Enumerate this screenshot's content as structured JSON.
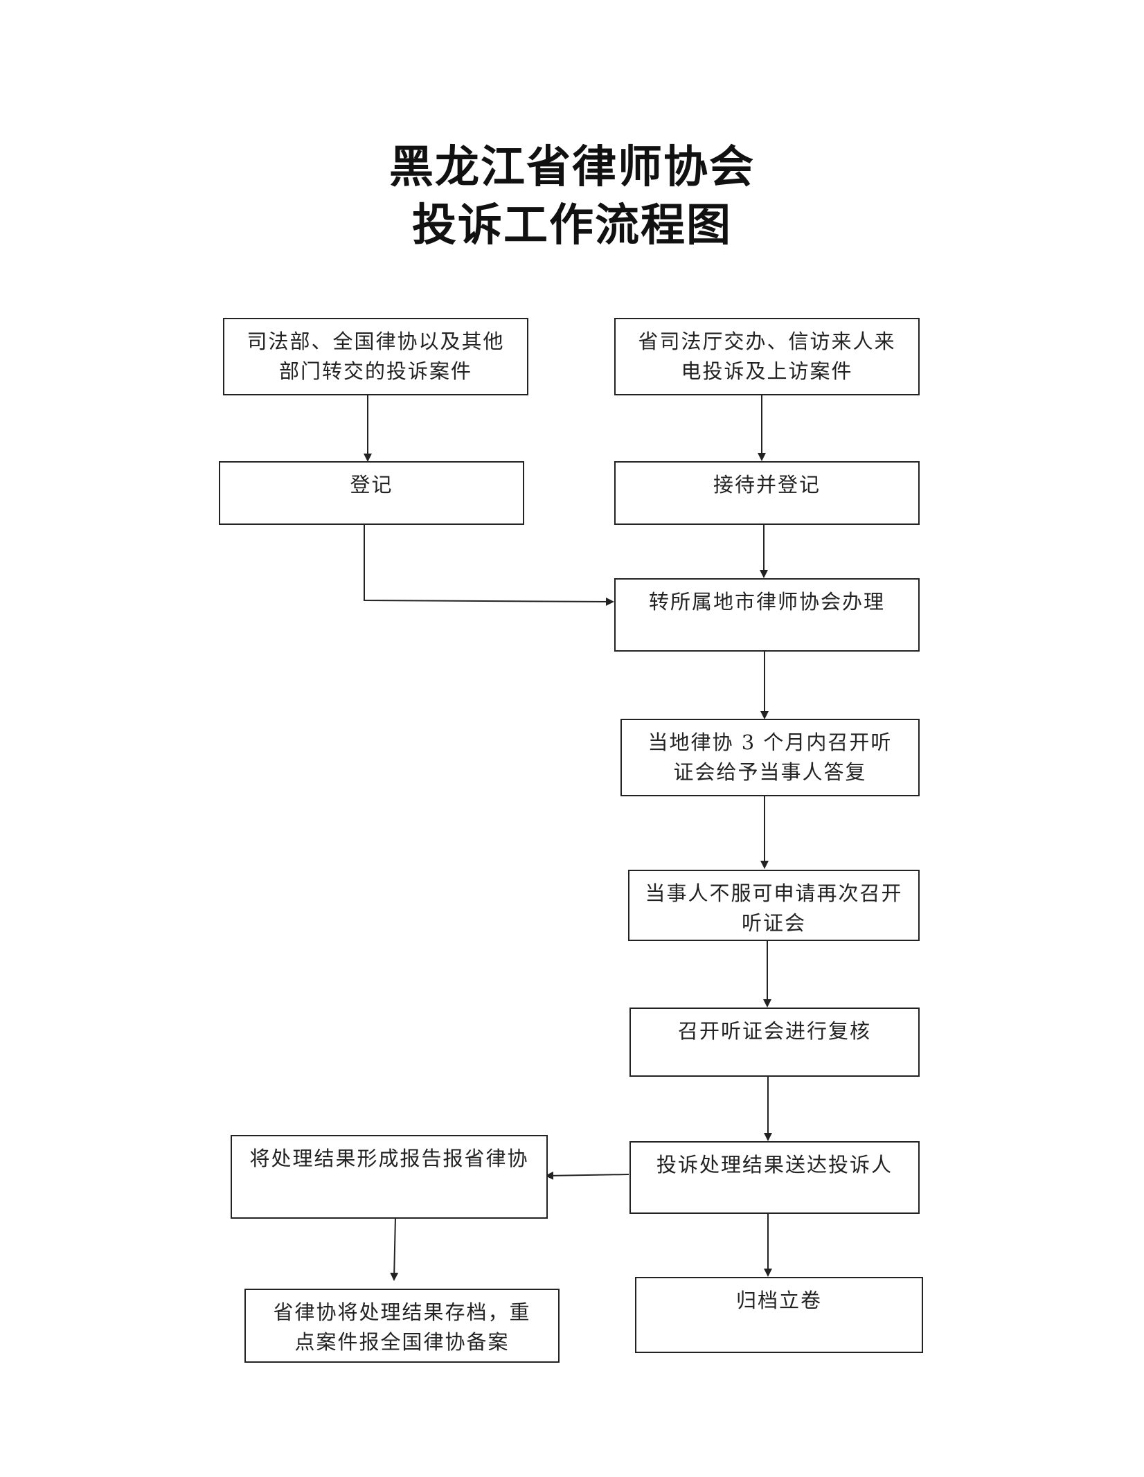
{
  "title": {
    "line1": "黑龙江省律师协会",
    "line2": "投诉工作流程图"
  },
  "nodes": {
    "source_left": "司法部、全国律协以及其他部门转交的投诉案件",
    "source_right": "省司法厅交办、信访来人来电投诉及上访案件",
    "register": "登记",
    "receive_register": "接待并登记",
    "transfer_city": "转所属地市律师协会办理",
    "hearing": "当地律协 3 个月内召开听证会给予当事人答复",
    "appeal": "当事人不服可申请再次召开听证会",
    "review": "召开听证会进行复核",
    "deliver": "投诉处理结果送达投诉人",
    "report": "将处理结果形成报告报省律协",
    "archive_record": "省律协将处理结果存档，重点案件报全国律协备案",
    "file": "归档立卷"
  }
}
